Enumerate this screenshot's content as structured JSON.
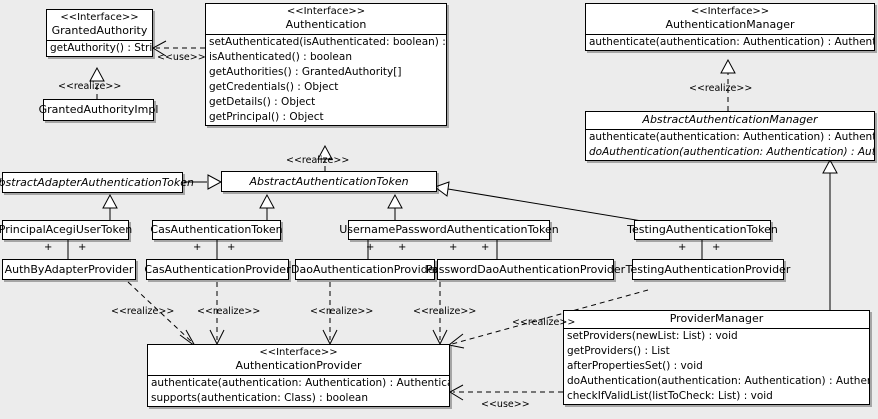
{
  "diagram": {
    "kind": "uml-class-diagram",
    "background": "#ececec",
    "box_fill": "#ffffff",
    "line_color": "#000000"
  },
  "classes": {
    "granted_authority": {
      "stereotype": "<<Interface>>",
      "name": "GrantedAuthority",
      "abstract": false,
      "members": [
        "getAuthority() : String"
      ]
    },
    "granted_authority_impl": {
      "name": "GrantedAuthorityImpl",
      "abstract": false
    },
    "authentication": {
      "stereotype": "<<Interface>>",
      "name": "Authentication",
      "abstract": false,
      "members": [
        "setAuthenticated(isAuthenticated: boolean) : void",
        "isAuthenticated() : boolean",
        "getAuthorities() : GrantedAuthority[]",
        "getCredentials() : Object",
        "getDetails() : Object",
        "getPrincipal() : Object"
      ]
    },
    "authentication_manager": {
      "stereotype": "<<Interface>>",
      "name": "AuthenticationManager",
      "abstract": false,
      "members": [
        "authenticate(authentication: Authentication) : Authentication"
      ]
    },
    "abstract_authentication_manager": {
      "name": "AbstractAuthenticationManager",
      "abstract": true,
      "members": [
        "authenticate(authentication: Authentication) : Authentication",
        "doAuthentication(authentication: Authentication) : Authentication"
      ],
      "abstract_members": [
        false,
        true
      ]
    },
    "abstract_adapter_authentication_token": {
      "name": "AbstractAdapterAuthenticationToken",
      "abstract": true
    },
    "abstract_authentication_token": {
      "name": "AbstractAuthenticationToken",
      "abstract": true
    },
    "principal_acegi_user_token": {
      "name": "PrincipalAcegiUserToken",
      "abstract": false
    },
    "cas_authentication_token": {
      "name": "CasAuthenticationToken",
      "abstract": false
    },
    "username_password_authentication_token": {
      "name": "UsernamePasswordAuthenticationToken",
      "abstract": false
    },
    "testing_authentication_token": {
      "name": "TestingAuthenticationToken",
      "abstract": false
    },
    "auth_by_adapter_provider": {
      "name": "AuthByAdapterProvider",
      "abstract": false
    },
    "cas_authentication_provider": {
      "name": "CasAuthenticationProvider",
      "abstract": false
    },
    "dao_authentication_provider": {
      "name": "DaoAuthenticationProvider",
      "abstract": false
    },
    "password_dao_authentication_provider": {
      "name": "PasswordDaoAuthenticationProvider",
      "abstract": false
    },
    "testing_authentication_provider": {
      "name": "TestingAuthenticationProvider",
      "abstract": false
    },
    "authentication_provider": {
      "stereotype": "<<Interface>>",
      "name": "AuthenticationProvider",
      "abstract": false,
      "members": [
        "authenticate(authentication: Authentication) : Authentication",
        "supports(authentication: Class) : boolean"
      ]
    },
    "provider_manager": {
      "name": "ProviderManager",
      "abstract": false,
      "members": [
        "setProviders(newList: List) : void",
        "getProviders() : List",
        "afterPropertiesSet() : void",
        "doAuthentication(authentication: Authentication) : Authentication",
        "checkIfValidList(listToCheck: List) : void"
      ]
    }
  },
  "edge_labels": {
    "use_granted_authority": "<<use>>",
    "realize_granted_authority_impl": "<<realize>>",
    "realize_abstract_authentication_token": "<<realize>>",
    "realize_abstract_authentication_manager": "<<realize>>",
    "realize_auth_by_adapter": "<<realize>>",
    "realize_cas_provider": "<<realize>>",
    "realize_dao_provider": "<<realize>>",
    "realize_password_dao_provider": "<<realize>>",
    "realize_provider_manager": "<<realize>>",
    "use_provider_manager": "<<use>>"
  },
  "association_markers": {
    "symbol": "+",
    "principal_acegi_user_token": [
      "+",
      "+"
    ],
    "cas_authentication_token": [
      "+",
      "+"
    ],
    "username_password_authentication_token": [
      "+",
      "+",
      "+",
      "+"
    ],
    "testing_authentication_token": [
      "+",
      "+"
    ]
  }
}
